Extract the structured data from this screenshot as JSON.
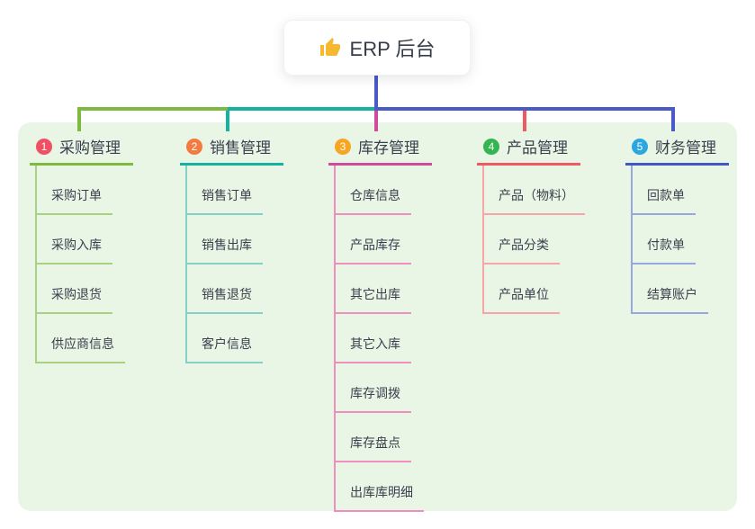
{
  "root": {
    "label": "ERP 后台",
    "icon": "thumbs-up-icon",
    "icon_color": "#f5b82e"
  },
  "palette": {
    "panel_bg": "#e9f6e5",
    "connector_blue": "#4a5ac6",
    "text": "#3a3f4d"
  },
  "branches": [
    {
      "badge": "1",
      "badge_color": "#ef5064",
      "color": "#7dba3f",
      "light_color": "#a9d182",
      "title": "采购管理",
      "children": [
        "采购订单",
        "采购入库",
        "采购退货",
        "供应商信息"
      ]
    },
    {
      "badge": "2",
      "badge_color": "#f47b3f",
      "color": "#14b2a2",
      "light_color": "#84d2c6",
      "title": "销售管理",
      "children": [
        "销售订单",
        "销售出库",
        "销售退货",
        "客户信息"
      ]
    },
    {
      "badge": "3",
      "badge_color": "#f6a623",
      "color": "#d24a9b",
      "light_color": "#ee8fbd",
      "title": "库存管理",
      "children": [
        "仓库信息",
        "产品库存",
        "其它出库",
        "其它入库",
        "库存调拨",
        "库存盘点",
        "出库库明细"
      ]
    },
    {
      "badge": "4",
      "badge_color": "#33b552",
      "color": "#ee5a60",
      "light_color": "#f7a5a8",
      "title": "产品管理",
      "children": [
        "产品（物料）",
        "产品分类",
        "产品单位"
      ]
    },
    {
      "badge": "5",
      "badge_color": "#2ba7e0",
      "color": "#4157c4",
      "light_color": "#97a7e0",
      "title": "财务管理",
      "children": [
        "回款单",
        "付款单",
        "结算账户"
      ]
    }
  ]
}
